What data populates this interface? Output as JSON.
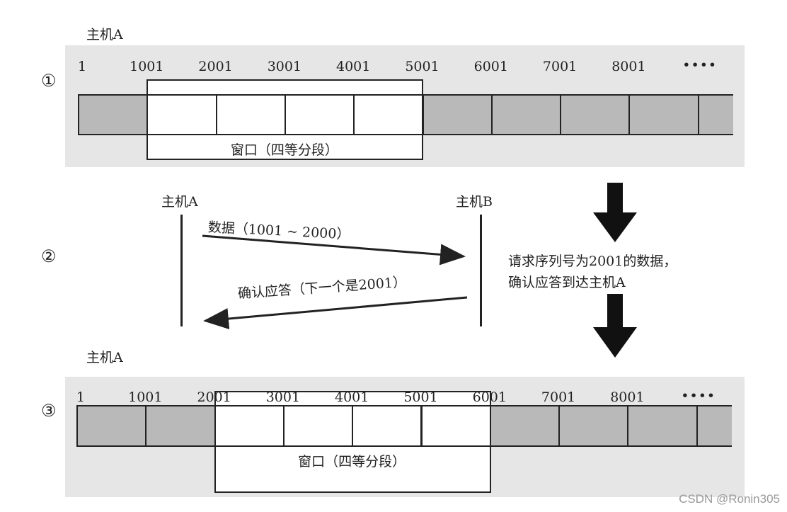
{
  "step1": {
    "marker": "①",
    "host": "主机A",
    "numbers": [
      "1",
      "1001",
      "2001",
      "3001",
      "4001",
      "5001",
      "6001",
      "7001",
      "8001"
    ],
    "ellipsis": "••••",
    "window_label": "窗口（四等分段）",
    "window_start_index": 1
  },
  "step2": {
    "marker": "②",
    "host_a": "主机A",
    "host_b": "主机B",
    "data_msg": "数据（1001 ~ 2000）",
    "ack_msg": "确认应答（下一个是2001）"
  },
  "note": {
    "line1": "请求序列号为2001的数据，",
    "line2": "确认应答到达主机A"
  },
  "step3": {
    "marker": "③",
    "host": "主机A",
    "numbers": [
      "1",
      "1001",
      "2001",
      "3001",
      "4001",
      "5001",
      "6001",
      "7001",
      "8001"
    ],
    "ellipsis": "••••",
    "window_label": "窗口（四等分段）",
    "window_start_index": 2
  },
  "watermark": "CSDN @Ronin305",
  "colors": {
    "panel": "#e6e6e6",
    "sent_segment": "#b9b9b9",
    "window": "#ffffff"
  }
}
